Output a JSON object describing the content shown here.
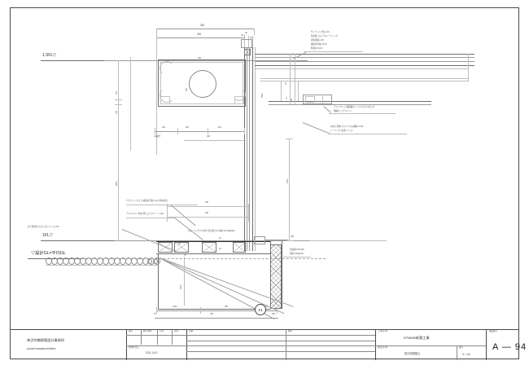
{
  "sheet": {
    "drawing_type": "architectural-section-detail",
    "border_color": "#4a4a4a"
  },
  "levels": [
    {
      "id": "l15fl",
      "label": "1.5FL▽"
    },
    {
      "id": "l1fl",
      "label": "1FL▽"
    },
    {
      "id": "lgl",
      "label": "▽設計GL=平均GL"
    }
  ],
  "dimensions": {
    "top_overall": "360",
    "top_inner": "320",
    "top_seg_a": "30",
    "top_seg_b": "24",
    "mid_a": "340",
    "mid_b": "330",
    "mid_left_small": "120",
    "mid_c": "115",
    "mid_d": "119",
    "bottom_overall": "360",
    "bottom_seg_1": "1050",
    "bottom_seg_2": "950",
    "bottom_seg_3": "30",
    "bottom_edge_l": "75",
    "bottom_edge_r": "455",
    "vert_left_1": "475",
    "vert_left_2": "145",
    "vert_left_3": "2800",
    "vert_left_4": "1000",
    "vert_right_1": "2950",
    "vert_right_2": "1000",
    "vert_inner_a": "75",
    "vert_inner_b": "120",
    "vert_inner_c": "330",
    "vert_inner_d": "910",
    "plan_w": "690",
    "plan_h": "300",
    "scale_note": "1/2縮尺"
  },
  "notes": {
    "top_right": [
      "サイディング貼 t=16",
      "防水紙 ゴムアスルーフィング",
      "通気胴縁 t=18",
      "構造用合板 t=12.5",
      "断熱材 t=100"
    ],
    "mid_right_1": [
      "アルミサッシ 樹脂複合トリプルガラス仕上げ",
      "額縁共 シナランバー"
    ],
    "mid_right_2": [
      "水切り金物 ガルバリウム鋼板 t=0.35",
      "シーリング 変成シリコン"
    ],
    "mid_left_1": "パラペット立上り 構造用合板 t=12.5 防水紙共",
    "mid_left_2": "アスファルト防水 押えコンクリート t=60",
    "mid_left_3": "床下断熱材 スタイロフォーム t=50",
    "center_bottom": "フローリング t=15 捨て貼合板 t=12 根太 45×45@303",
    "foundation_right": [
      "布基礎 150×450",
      "配筋 D13@200"
    ]
  },
  "detail_marker": {
    "label": "X1"
  },
  "titleblock": {
    "office_jp": "神沢完輔建築設計事務所",
    "office_en": "yusuke harasawa architect",
    "headers": {
      "rev_no": "番号",
      "rev_desc": "修正内容",
      "rev_date": "日付",
      "rev_by": "担当",
      "remark_1": "記事",
      "remark_2": "備考",
      "date_label": "作成年月日",
      "project_label": "工 事 名 称",
      "drawing_label": "図 面 名 称",
      "scale_label": "縮尺",
      "sheet_label": "図面番号"
    },
    "date_value": "2011.10.01",
    "project_name": "s-house新築工事",
    "drawing_name": "矩計詳細図(1)",
    "scale_value": "S = 1/5",
    "sheet_number": "A — 94"
  }
}
